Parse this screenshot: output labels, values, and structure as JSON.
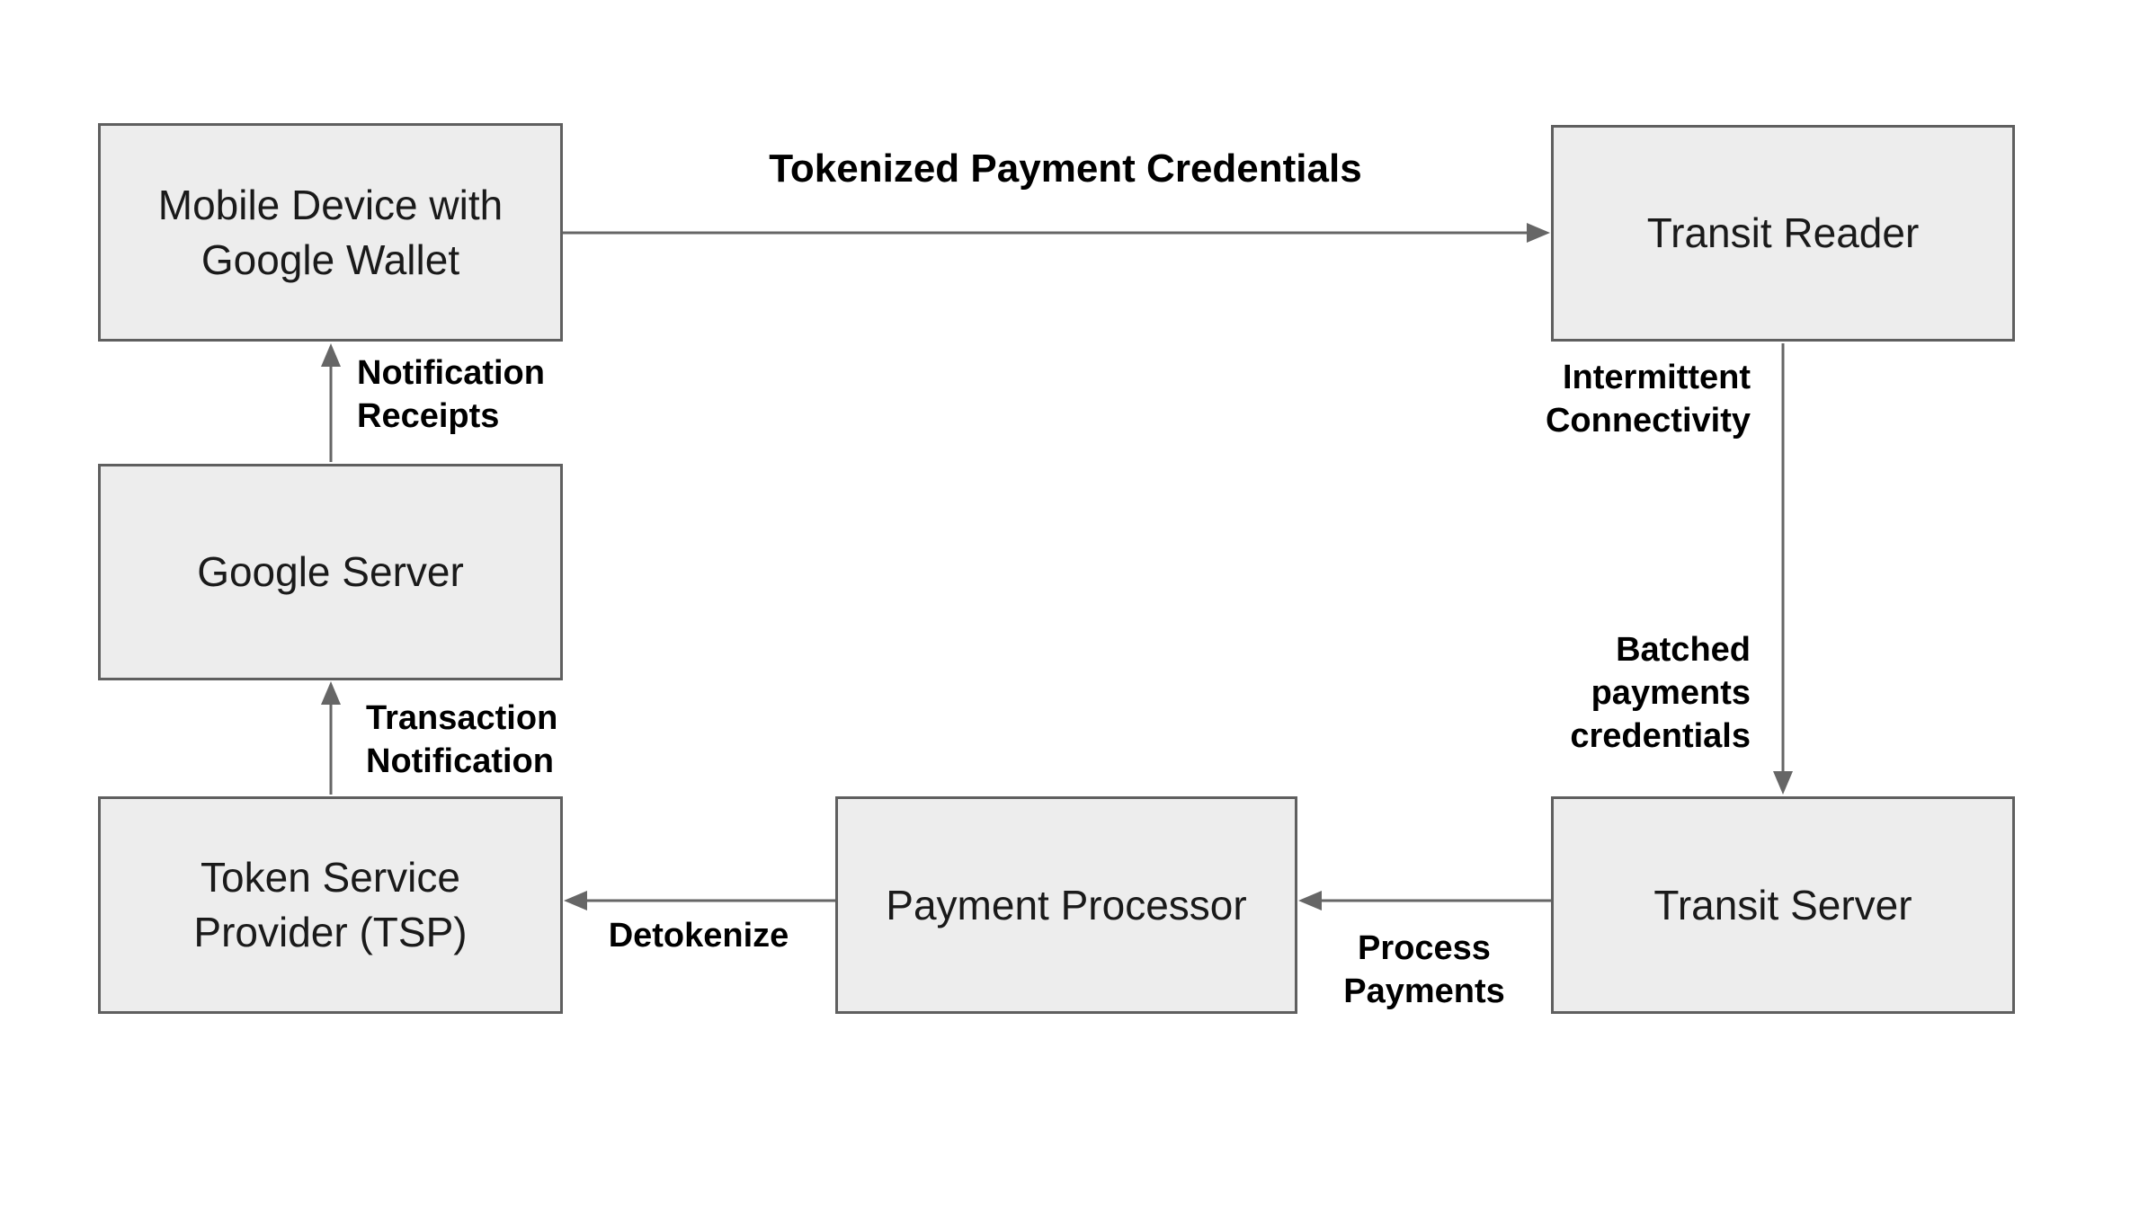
{
  "diagram": {
    "nodes": [
      {
        "id": "mobile_device",
        "label": "Mobile Device with Google Wallet"
      },
      {
        "id": "transit_reader",
        "label": "Transit Reader"
      },
      {
        "id": "google_server",
        "label": "Google Server"
      },
      {
        "id": "tsp",
        "label": "Token Service Provider (TSP)"
      },
      {
        "id": "payment_processor",
        "label": "Payment Processor"
      },
      {
        "id": "transit_server",
        "label": "Transit Server"
      }
    ],
    "edges": [
      {
        "from": "mobile_device",
        "to": "transit_reader",
        "label": "Tokenized Payment Credentials"
      },
      {
        "from": "transit_reader",
        "to": "transit_server",
        "labels": [
          "Intermittent\nConnectivity",
          "Batched\npayments\ncredentials"
        ]
      },
      {
        "from": "transit_server",
        "to": "payment_processor",
        "label": "Process\nPayments"
      },
      {
        "from": "payment_processor",
        "to": "tsp",
        "label": "Detokenize"
      },
      {
        "from": "tsp",
        "to": "google_server",
        "label": "Transaction\nNotification"
      },
      {
        "from": "google_server",
        "to": "mobile_device",
        "label": "Notification\nReceipts"
      }
    ],
    "colors": {
      "background": "#ffffff",
      "node_fill": "#ededed",
      "node_border": "#5f5f5f",
      "arrow": "#666666",
      "node_text": "#1a1a1a",
      "label_text": "#000000"
    }
  }
}
